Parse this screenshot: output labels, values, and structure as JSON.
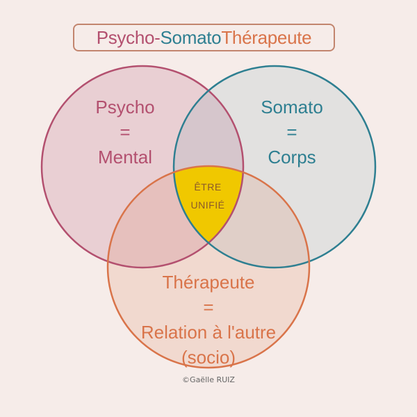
{
  "title": {
    "psycho": "Psycho-",
    "somato": "Somato",
    "therapeute": "Thérapeute"
  },
  "circles": {
    "psycho": {
      "line1": "Psycho",
      "line2": "=",
      "line3": "Mental",
      "color": "#b3506f"
    },
    "somato": {
      "line1": "Somato",
      "line2": "=",
      "line3": "Corps",
      "color": "#2e7f91"
    },
    "therapeute": {
      "line1": "Thérapeute",
      "line2": "=",
      "line3": "Relation à l'autre",
      "line4": "(socio)",
      "color": "#d9744a"
    }
  },
  "center": {
    "line1": "ÊTRE",
    "line2": "UNIFIÉ",
    "color": "#f0c800"
  },
  "credit": "©Gaëlle RUIZ"
}
